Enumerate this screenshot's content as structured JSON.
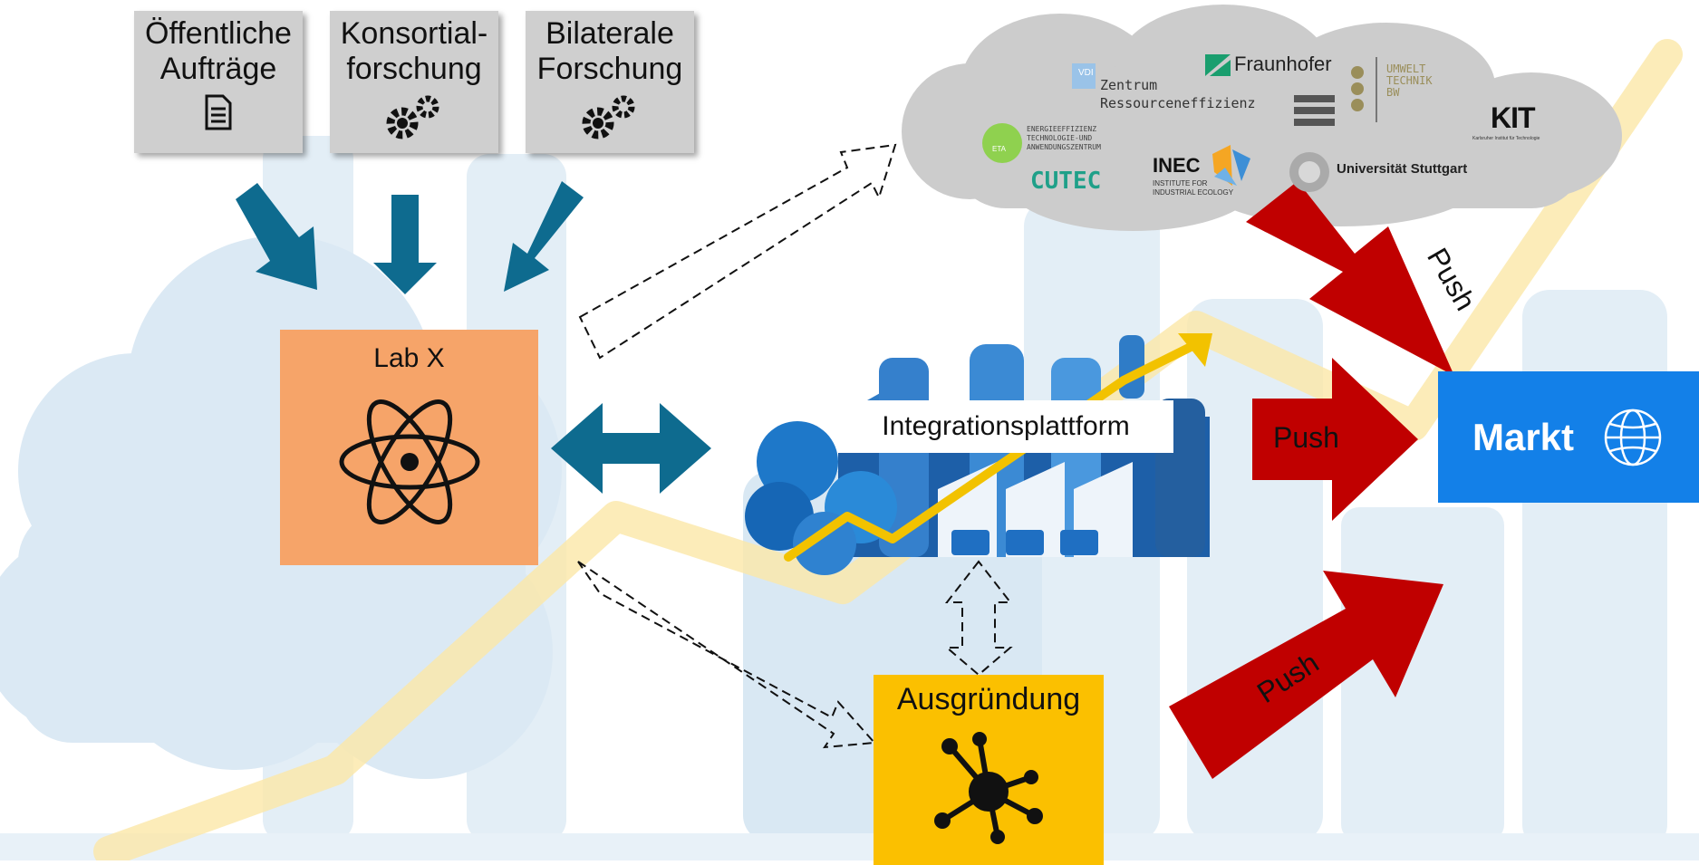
{
  "funding_sources": [
    {
      "line1": "Öffentliche",
      "line2": "Aufträge",
      "icon": "document-icon"
    },
    {
      "line1": "Konsortial-",
      "line2": "forschung",
      "icon": "gears-icon"
    },
    {
      "line1": "Bilaterale",
      "line2": "Forschung",
      "icon": "gears-icon"
    }
  ],
  "lab": {
    "label": "Lab X",
    "icon": "atom-icon"
  },
  "integration": {
    "label": "Integrationsplattform",
    "icon": "factory-icon"
  },
  "spinoff": {
    "label": "Ausgründung",
    "icon": "network-icon"
  },
  "market": {
    "label": "Markt",
    "icon": "globe-icon"
  },
  "push_labels": {
    "top": "Push",
    "middle": "Push",
    "bottom": "Push"
  },
  "partner_logos": {
    "vdi": "VDI",
    "vdi_line1": "Zentrum",
    "vdi_line2": "Ressourceneffizienz",
    "fraunhofer": "Fraunhofer",
    "umwelt_1": "UMWELT",
    "umwelt_2": "TECHNIK",
    "umwelt_3": "BW",
    "kit": "KIT",
    "kit_sub": "Karlsruher Institut für Technologie",
    "eta_1": "ENERGIEEFFIZIENZ",
    "eta_2": "TECHNOLOGIE-UND",
    "eta_3": "ANWENDUNGSZENTRUM",
    "eta_mark": "ETA",
    "cutec": "CUTEC",
    "inec": "INEC",
    "inec_sub1": "INSTITUTE FOR",
    "inec_sub2": "INDUSTRIAL ECOLOGY",
    "stuttgart": "Universität Stuttgart"
  },
  "colors": {
    "arrow_blue": "#0e6b8f",
    "push_red": "#c00000",
    "lab": "#f6a469",
    "spinoff": "#fbc000",
    "market": "#1380e8",
    "funding_box": "#cfcfcf",
    "cloud": "#cccccc"
  }
}
